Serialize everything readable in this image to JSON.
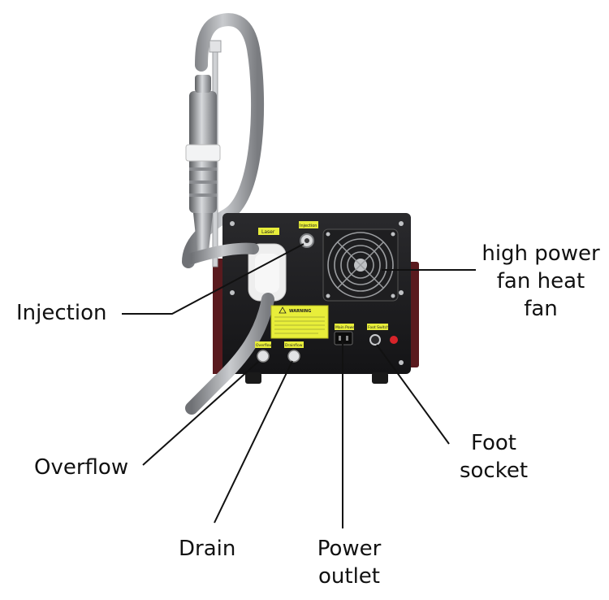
{
  "labels": {
    "injection": "Injection",
    "overflow": "Overflow",
    "drain": "Drain",
    "power_outlet_line1": "Power",
    "power_outlet_line2": "outlet",
    "foot_socket_line1": "Foot",
    "foot_socket_line2": "socket",
    "fan_line1": "high power",
    "fan_line2": "fan heat",
    "fan_line3": "fan"
  },
  "panel_text": {
    "laser": "Laser",
    "injection": "Injection",
    "warning": "WARNING",
    "overflow": "Overflow",
    "drain": "Drainflow",
    "power": "Main Power",
    "foot": "Foot Switch"
  },
  "colors": {
    "panel": "#1b1b1d",
    "side_red": "#5a1a1e",
    "label_yellow": "#e8ee3a",
    "hose_gray": "#9a9ca0",
    "leader": "#111111"
  }
}
